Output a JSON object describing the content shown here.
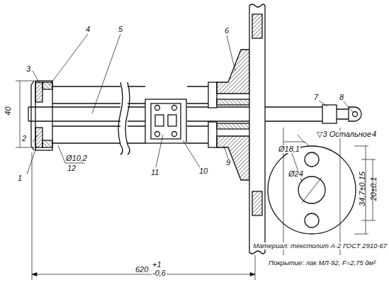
{
  "diagram": {
    "labels": [
      "1",
      "2",
      "3",
      "4",
      "5",
      "6",
      "7",
      "8",
      "9",
      "10",
      "11",
      "12",
      "40",
      "Ø10,2",
      "620",
      "+1",
      "-0,6",
      "▽3 Остальное",
      "4",
      "Ø18,1",
      "Ø24",
      "34,7±0,15",
      "20±0,1",
      "Материал: текстолит А-2 ГОСТ 2910-67",
      "Покрытие: лак МЛ-92, F=2,75 дм²"
    ]
  }
}
